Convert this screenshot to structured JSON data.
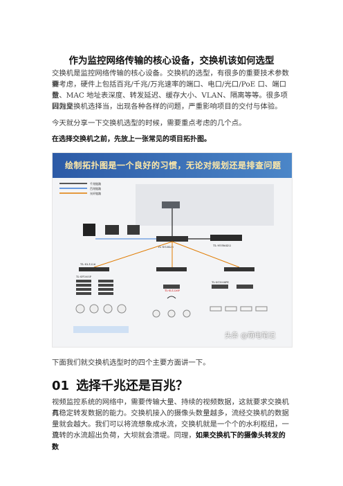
{
  "title": "作为监控网络传输的核心设备，交换机该如何选型",
  "intro_lines": [
    "交换机是监控网络传输的核心设备。交换机的选型，有很多的重要技术参数需",
    "要考虑，硬件上包括百兆/千兆/万兆速率的端口、电口/光口/PoE 口、端口数",
    "量、MAC 地址表深度、转发延迟、缓存大小、VLAN、隔离等等。很多项目就是",
    "因为交换机选择当，出现各种各样的问题，严重影响项目的交付与体验。"
  ],
  "today_line": "今天就分享一下交换机选型的时候，需要重点考虑的几个点。",
  "topology_intro": "在选择交换机之前，先放上一张常见的项目拓扑图。",
  "figure": {
    "banner": "绘制拓扑图是一个良好的习惯，无论对规划还是排查问题",
    "watermark": "头条 @萌电笔记",
    "legend": [
      "千兆链路",
      "百兆链路",
      "光纤链路"
    ],
    "devices": [
      "TL-SG3428",
      "TL-NVR6432",
      "TL-SL1226",
      "TL-SF1005P",
      "TL-SL1226P",
      "TL-SG1008PE"
    ]
  },
  "four_aspects": "下面我们就交换机选型时的四个主要方面讲一下。",
  "section": {
    "number": "01",
    "heading": "选择千兆还是百兆？"
  },
  "section_lines": [
    "视频监控系统的网络中，需要传输大量、持续的视频数据，这就要求交换机具",
    "有稳定转发数据的能力。交换机接入的摄像头数量越多，流经交换机的数据",
    "量就会越大。我们可以将流想象成水流，交换机就是一个个的水利枢纽，一旦",
    "流转的水流超出负荷，大坝就会溃堤。同理，"
  ],
  "section_last_bold": "如果交换机下的摄像头转发的数",
  "colors": {
    "banner": "#2c5aa6",
    "accent": "#c00000"
  }
}
